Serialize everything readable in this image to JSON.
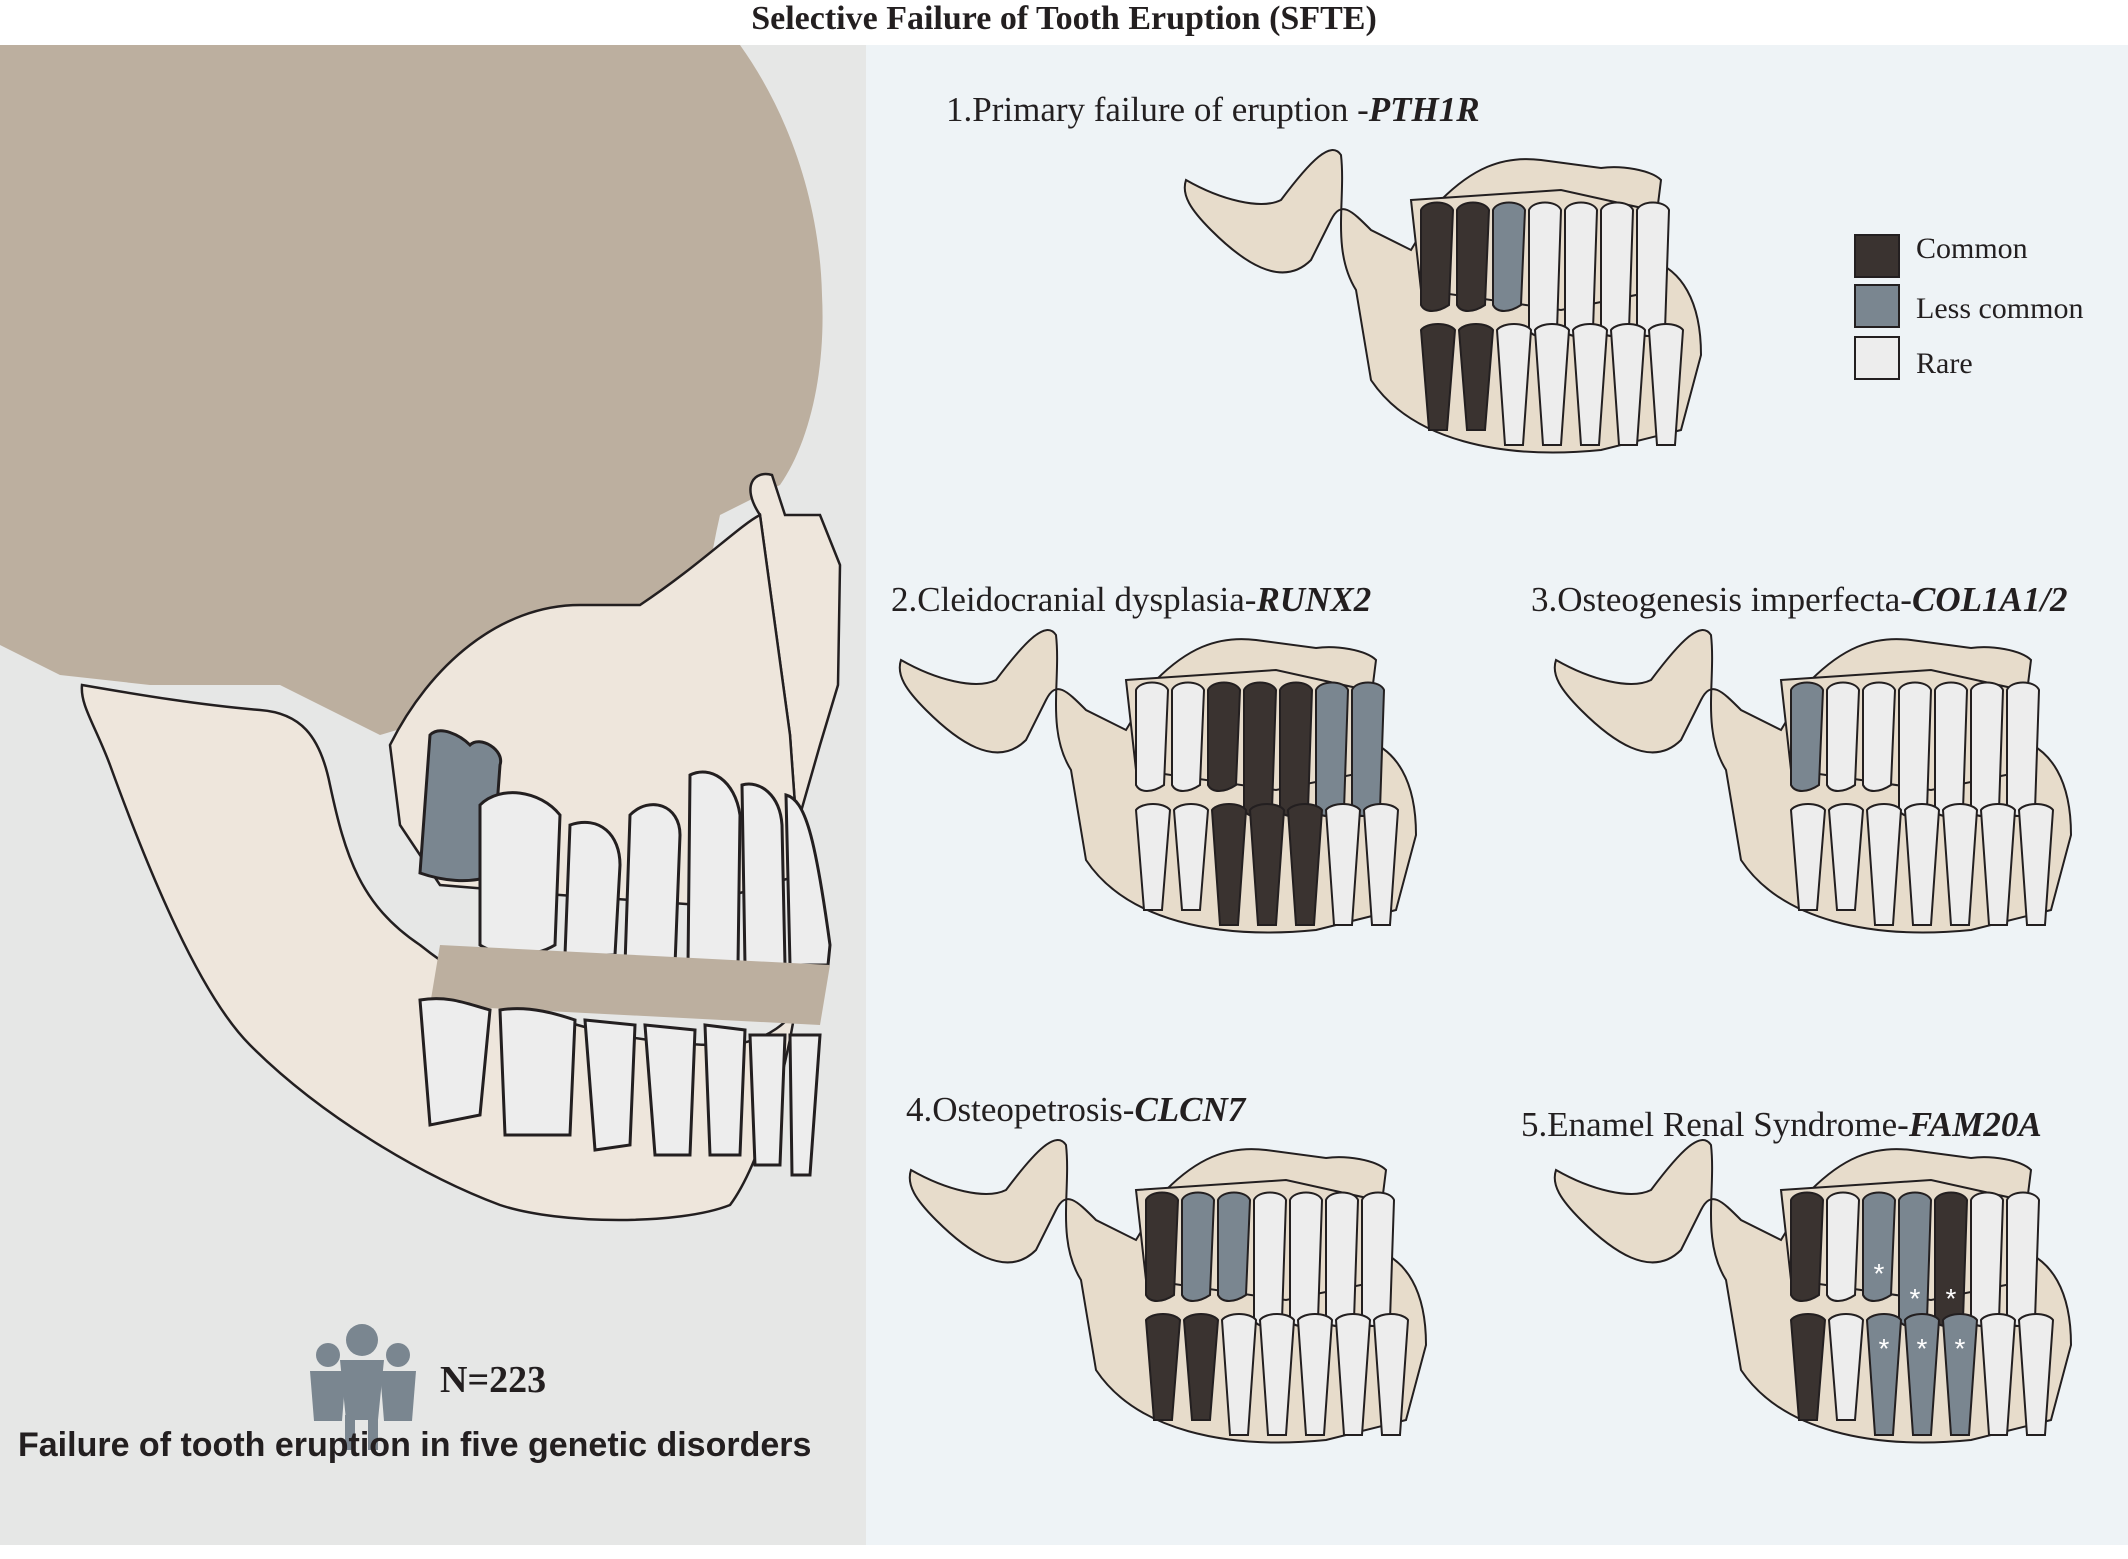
{
  "title": "Selective Failure of Tooth Eruption (SFTE)",
  "summary": {
    "n_label": "N=223",
    "caption": "Failure of tooth eruption in five genetic disorders",
    "icon": "people-group-icon"
  },
  "legend": [
    {
      "label": "Common",
      "color": "#3a3330"
    },
    {
      "label": "Less common",
      "color": "#7a8690"
    },
    {
      "label": "Rare",
      "color": "#ededed"
    }
  ],
  "colors": {
    "skull": "#bcaf9f",
    "bone_light": "#eee6dc",
    "bone": "#e7dccb",
    "common": "#3a3330",
    "less_common": "#7a8690",
    "rare": "#ededed"
  },
  "panels": [
    {
      "number": "1.",
      "disorder": "Primary failure of eruption -",
      "gene": "PTH1R"
    },
    {
      "number": "2.",
      "disorder": "Cleidocranial dysplasia-",
      "gene": "RUNX2"
    },
    {
      "number": "3.",
      "disorder": "Osteogenesis imperfecta-",
      "gene": "COL1A1/2"
    },
    {
      "number": "4.",
      "disorder": "Osteopetrosis-",
      "gene": "CLCN7"
    },
    {
      "number": "5.",
      "disorder": "Enamel Renal Syndrome-",
      "gene": "FAM20A"
    }
  ],
  "annotations": {
    "asterisk": "*"
  }
}
